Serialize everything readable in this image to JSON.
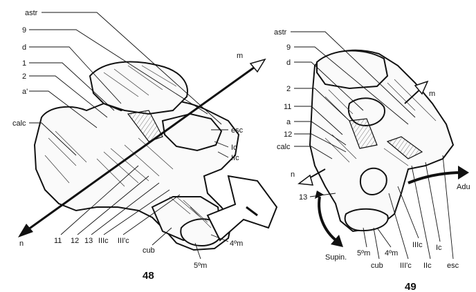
{
  "figures": [
    {
      "number": "48",
      "labels": {
        "astr": "astr",
        "nine": "9",
        "d": "d",
        "one": "1",
        "two": "2",
        "a_prime": "a'",
        "calc": "calc",
        "m": "m",
        "esc": "esc",
        "Ic": "Ic",
        "IIc": "IIc",
        "n": "n",
        "eleven": "11",
        "twelve": "12",
        "thirteen": "13",
        "IIIc": "IIIc",
        "IIIprime_c": "III'c",
        "cub": "cub",
        "m5": "5ºm",
        "m4": "4ºm"
      }
    },
    {
      "number": "49",
      "labels": {
        "astr": "astr",
        "nine": "9",
        "d": "d",
        "two": "2",
        "eleven": "11",
        "a": "a",
        "twelve": "12",
        "calc": "calc",
        "n": "n",
        "thirteen": "13",
        "m": "m",
        "adu": "Adu",
        "supin": "Supin.",
        "m5": "5ºm",
        "m4": "4ºm",
        "cub": "cub",
        "IIIprime_c": "III'c",
        "IIIc": "IIIc",
        "IIc": "IIc",
        "Ic": "Ic",
        "esc": "esc"
      }
    }
  ],
  "colors": {
    "ink": "#111111",
    "paper": "#ffffff",
    "bone_fill": "#fafafa"
  }
}
